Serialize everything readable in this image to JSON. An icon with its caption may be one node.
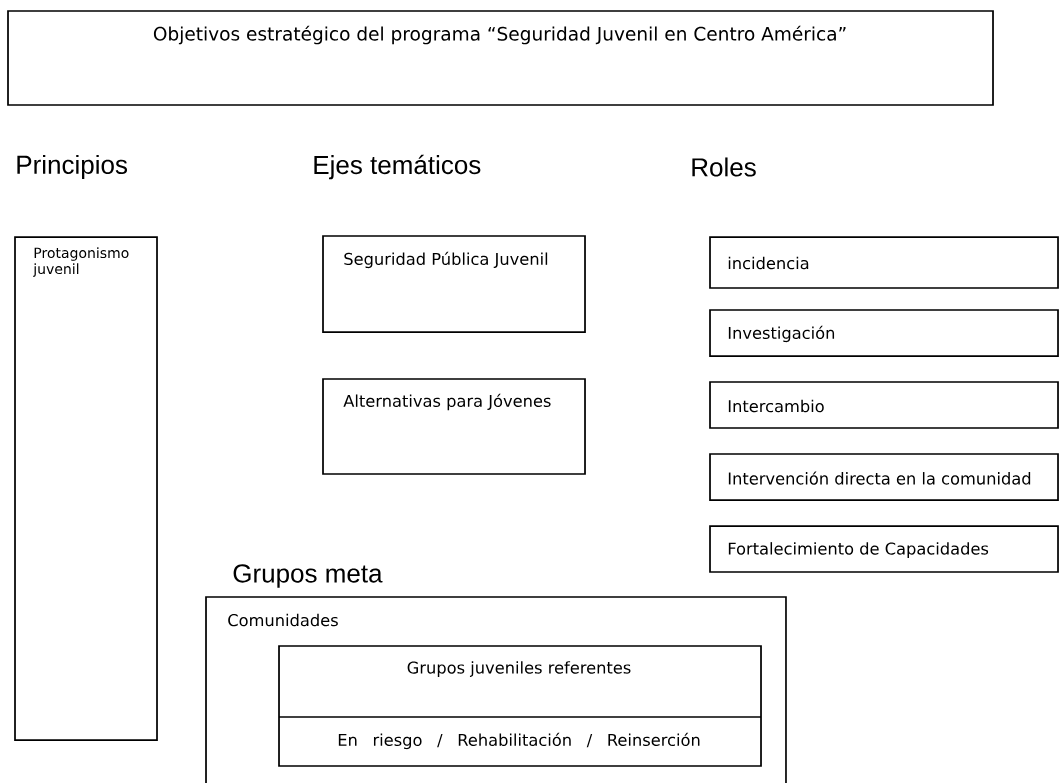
{
  "diagram": {
    "nodes": [
      {
        "text": [
          "Objetivos estratégico del programa “Seguridad Juvenil en Centro América”"
        ]
      },
      {
        "text": [
          "Protagonismo juvenil"
        ]
      },
      {
        "text": [
          "Seguridad Pública Juvenil"
        ]
      },
      {
        "text": [
          "Alternativas para Jóvenes"
        ]
      },
      {
        "text": [
          "incidencia"
        ]
      },
      {
        "text": [
          "Investigación"
        ]
      },
      {
        "text": [
          "Intercambio"
        ]
      },
      {
        "text": [
          "Intervención directa en la comunidad"
        ]
      },
      {
        "text": [
          "Fortalecimiento de Capacidades"
        ]
      },
      {
        "text": [
          "Comunidades"
        ]
      },
      {
        "text": [
          "Grupos juveniles referentes",
          "En riesgo / Rehabilitación / Reinserción"
        ],
        "in": 9
      }
    ],
    "labels": [
      "Principios",
      "Ejes temáticos",
      "Roles",
      "Grupos meta"
    ]
  }
}
